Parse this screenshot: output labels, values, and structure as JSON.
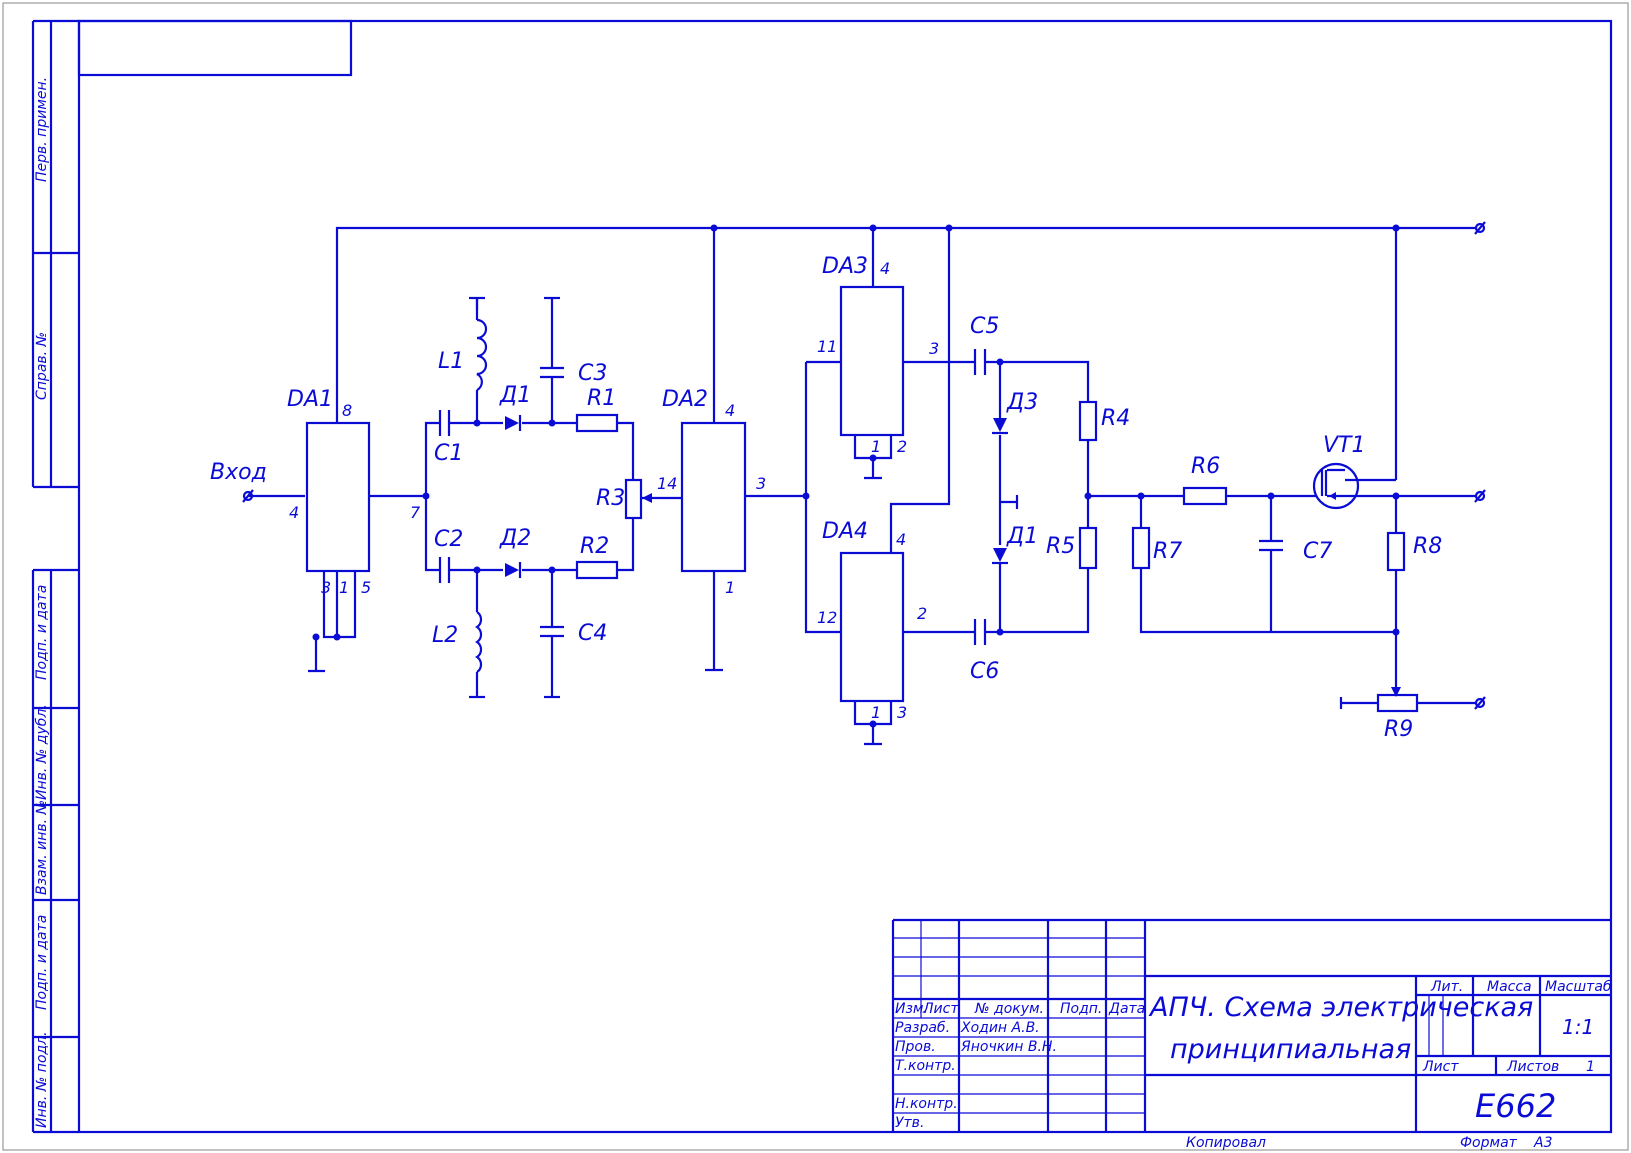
{
  "components": {
    "DA1": {
      "label": "DA1",
      "pins": [
        "8",
        "4",
        "7",
        "3",
        "1",
        "5"
      ]
    },
    "DA2": {
      "label": "DA2",
      "pins": [
        "4",
        "3",
        "1",
        "14"
      ]
    },
    "DA3": {
      "label": "DA3",
      "pins": [
        "4",
        "11",
        "3",
        "1",
        "2"
      ]
    },
    "DA4": {
      "label": "DA4",
      "pins": [
        "4",
        "12",
        "2",
        "1",
        "3"
      ]
    },
    "L1": "L1",
    "L2": "L2",
    "C1": "C1",
    "C2": "C2",
    "C3": "C3",
    "C4": "C4",
    "C5": "C5",
    "C6": "C6",
    "C7": "C7",
    "D1": "Д1",
    "D2": "Д2",
    "D3": "Д3",
    "D1b": "Д1",
    "R1": "R1",
    "R2": "R2",
    "R3": "R3",
    "R4": "R4",
    "R5": "R5",
    "R6": "R6",
    "R7": "R7",
    "R8": "R8",
    "R9": "R9",
    "VT1": "VT1",
    "input": "Вход"
  },
  "side_stamp": {
    "top": [
      "Перв. примен.",
      "Справ. №"
    ],
    "bottom": [
      "Подп. и дата",
      "Инв. № дубл.",
      "Взам. инв. №",
      "Подп. и дата",
      "Инв. № подл."
    ]
  },
  "title_block": {
    "headers": [
      "Изм.",
      "Лист",
      "№ докум.",
      "Подп.",
      "Дата"
    ],
    "roles": [
      "Разраб.",
      "Пров.",
      "Т.контр.",
      "Н.контр.",
      "Утв."
    ],
    "names": [
      "Ходин А.В.",
      "Яночкин В.Н."
    ],
    "title_line1": "АПЧ. Схема электрическая",
    "title_line2": "принципиальная",
    "lit_label": "Лит.",
    "mass_label": "Масса",
    "scale_label": "Масштаб",
    "scale_value": "1:1",
    "sheet_label": "Лист",
    "sheets_label": "Листов",
    "sheets_value": "1",
    "doc_code": "Е662"
  },
  "footer": {
    "copied": "Копировал",
    "format_label": "Формат",
    "format_value": "А3"
  }
}
